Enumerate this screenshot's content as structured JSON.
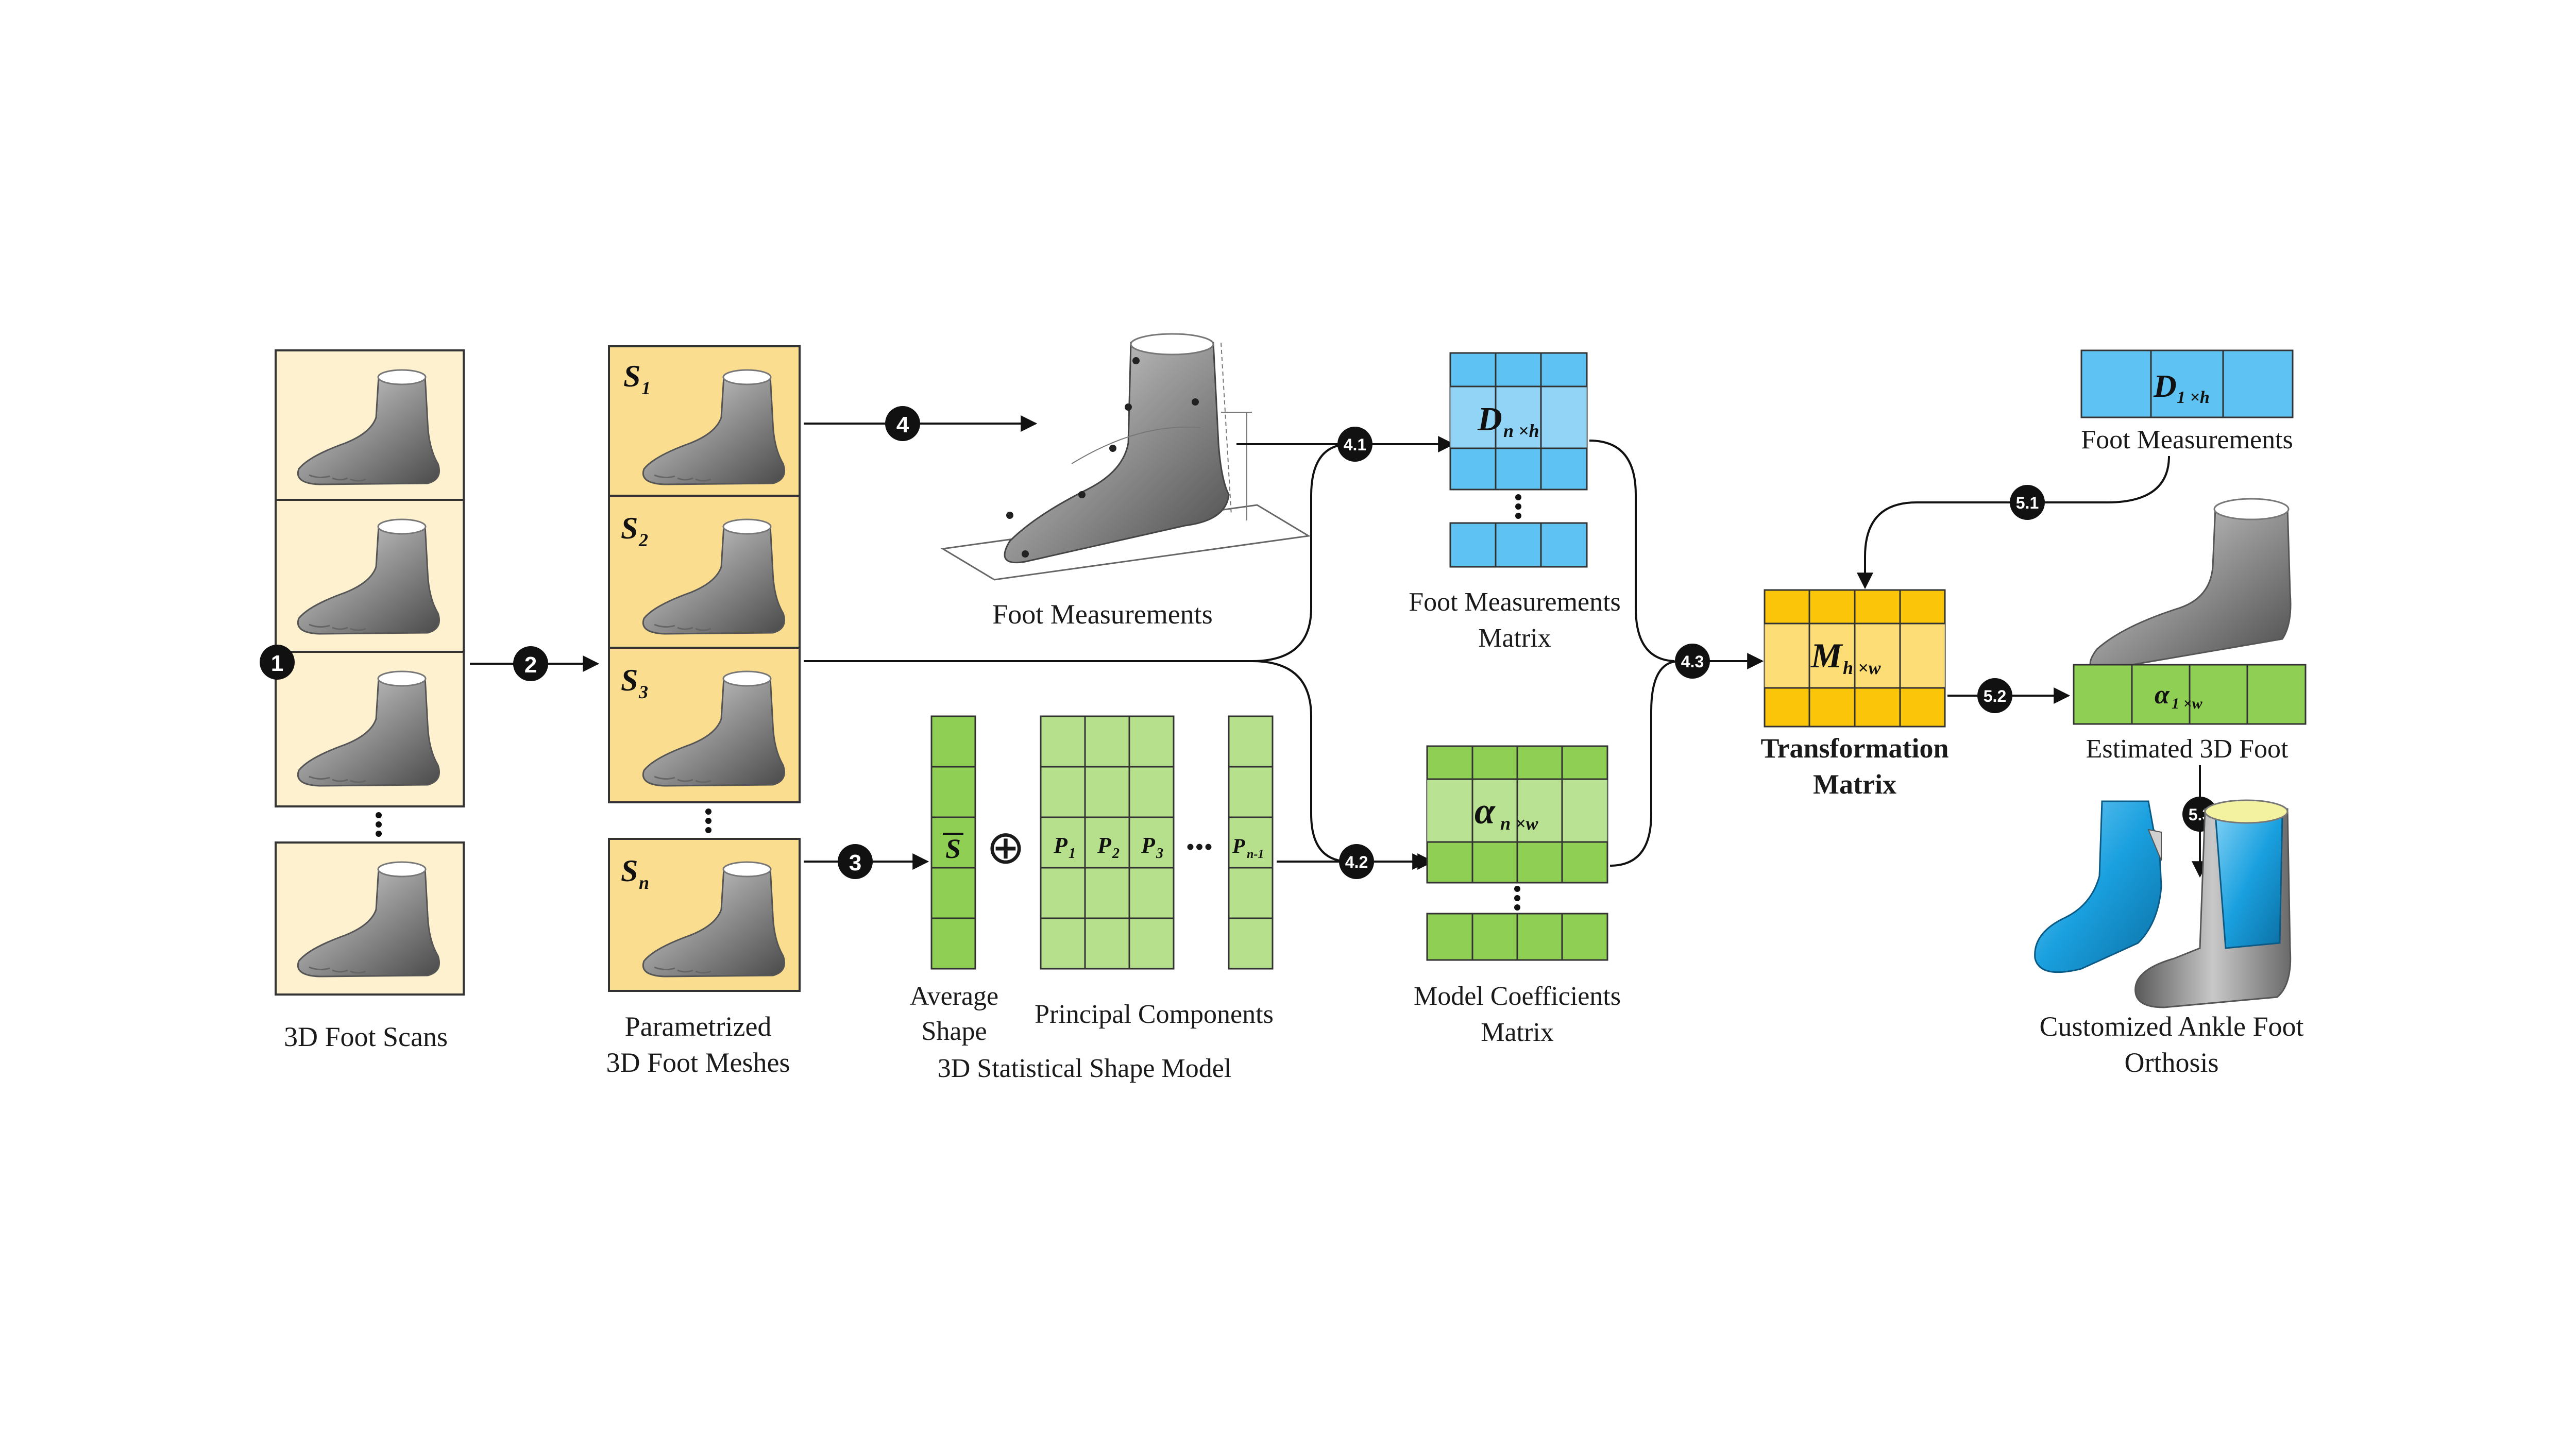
{
  "steps": {
    "s1": "1",
    "s2": "2",
    "s3": "3",
    "s4": "4",
    "s41": "4.1",
    "s42": "4.2",
    "s43": "4.3",
    "s51": "5.1",
    "s52": "5.2",
    "s53": "5.3"
  },
  "labels": {
    "scans": "3D Foot Scans",
    "param_line1": "Parametrized",
    "param_line2": "3D Foot Meshes",
    "foot_measurements": "Foot Measurements",
    "fm_matrix_line1": "Foot Measurements",
    "fm_matrix_line2": "Matrix",
    "avg_line1": "Average",
    "avg_line2": "Shape",
    "principal": "Principal Components",
    "ssm": "3D Statistical Shape Model",
    "mc_line1": "Model Coefficients",
    "mc_line2": "Matrix",
    "tm_line1": "Transformation",
    "tm_line2": "Matrix",
    "input_fm": "Foot Measurements",
    "estimated": "Estimated 3D Foot",
    "afo_line1": "Customized Ankle Foot",
    "afo_line2": "Orthosis"
  },
  "symbols": {
    "S1": {
      "base": "S",
      "sub": "1"
    },
    "S2": {
      "base": "S",
      "sub": "2"
    },
    "S3": {
      "base": "S",
      "sub": "3"
    },
    "Sn": {
      "base": "S",
      "sub": "n"
    },
    "Sbar": "S",
    "oplus": "⊕",
    "P1": {
      "base": "P",
      "sub": "1"
    },
    "P2": {
      "base": "P",
      "sub": "2"
    },
    "P3": {
      "base": "P",
      "sub": "3"
    },
    "Pn1": {
      "base": "P",
      "sub": "n-1"
    },
    "dots": "•••",
    "Dnh": {
      "base": "D",
      "sub": "n ×h"
    },
    "anw": {
      "base": "α",
      "sub": "n ×w"
    },
    "Mhw": {
      "base": "M",
      "sub": "h ×w"
    },
    "D1h": {
      "base": "D",
      "sub": "1 ×h"
    },
    "a1w": {
      "base": "α",
      "sub": "1 ×w"
    }
  },
  "colors": {
    "scan_panel": "#fdf1cf",
    "mesh_panel": "#fbdd8f",
    "measure_blue": "#5ec3f2",
    "coef_green": "#8fcf54",
    "pc_green": "#b6e08c",
    "transform_yellow": "#fbc50a",
    "afo_blue": "#1aa0df",
    "step_badge": "#111111"
  }
}
